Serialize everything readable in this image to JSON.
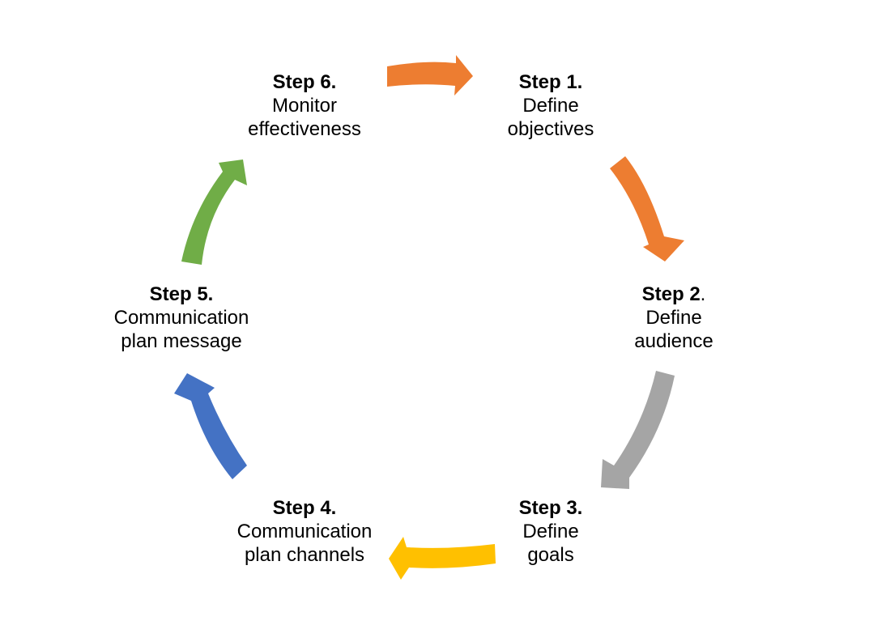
{
  "steps": [
    {
      "title": "Step 1.",
      "suffix": "",
      "lines": [
        "Define",
        "objectives"
      ]
    },
    {
      "title": "Step 2",
      "suffix": ".",
      "lines": [
        "Define",
        "audience"
      ]
    },
    {
      "title": "Step 3.",
      "suffix": "",
      "lines": [
        "Define",
        "goals"
      ]
    },
    {
      "title": "Step 4.",
      "suffix": "",
      "lines": [
        "Communication",
        "plan channels"
      ]
    },
    {
      "title": "Step 5.",
      "suffix": "",
      "lines": [
        "Communication",
        "plan message"
      ]
    },
    {
      "title": "Step 6.",
      "suffix": "",
      "lines": [
        "Monitor",
        "effectiveness"
      ]
    }
  ],
  "colors": {
    "arrow_1": "#ED7D31",
    "arrow_2": "#ED7D31",
    "arrow_3": "#A5A5A5",
    "arrow_4": "#FFC000",
    "arrow_5": "#4472C4",
    "arrow_6": "#70AD47"
  }
}
